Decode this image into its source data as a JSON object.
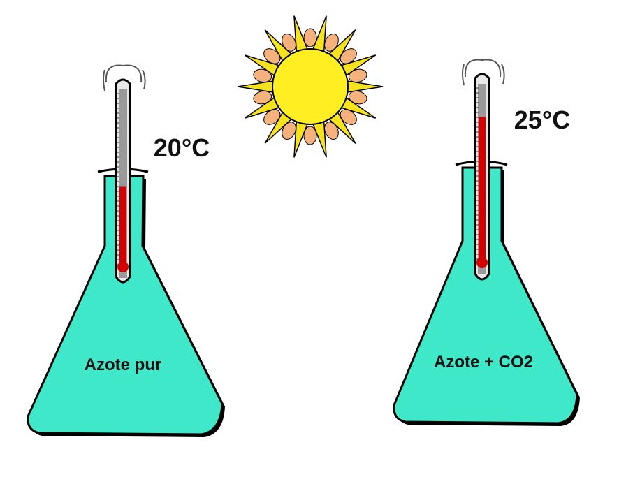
{
  "colors": {
    "liquid": "#3ee8c8",
    "outline": "#000000",
    "mercury": "#d40000",
    "sun_core": "#ffee22",
    "sun_rays": "#f7e31b",
    "sun_flames": "#f5b27d"
  },
  "flasks": [
    {
      "gas_label": "Azote pur",
      "temperature_label": "20°C",
      "mercury_level": 0.45
    },
    {
      "gas_label": "Azote + CO2",
      "temperature_label": "25°C",
      "mercury_level": 0.82
    }
  ],
  "sun": {
    "icon": "sun-icon"
  }
}
